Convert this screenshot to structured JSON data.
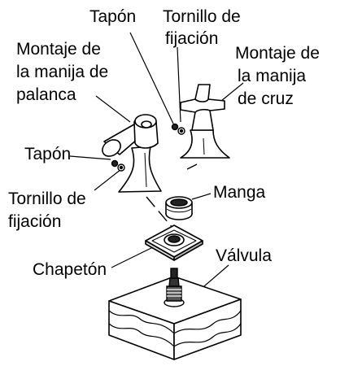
{
  "labels": {
    "tapon_top": "Tapón",
    "tornillo_top_1": "Tornillo de",
    "tornillo_top_2": "fijación",
    "montaje_palanca_1": "Montaje de",
    "montaje_palanca_2": "la manija de",
    "montaje_palanca_3": "palanca",
    "montaje_cruz_1": "Montaje de",
    "montaje_cruz_2": "la manija",
    "montaje_cruz_3": "de cruz",
    "tapon_left": "Tapón",
    "tornillo_left_1": "Tornillo de",
    "tornillo_left_2": "fijación",
    "manga": "Manga",
    "chapeton": "Chapetón",
    "valvula": "Válvula"
  }
}
